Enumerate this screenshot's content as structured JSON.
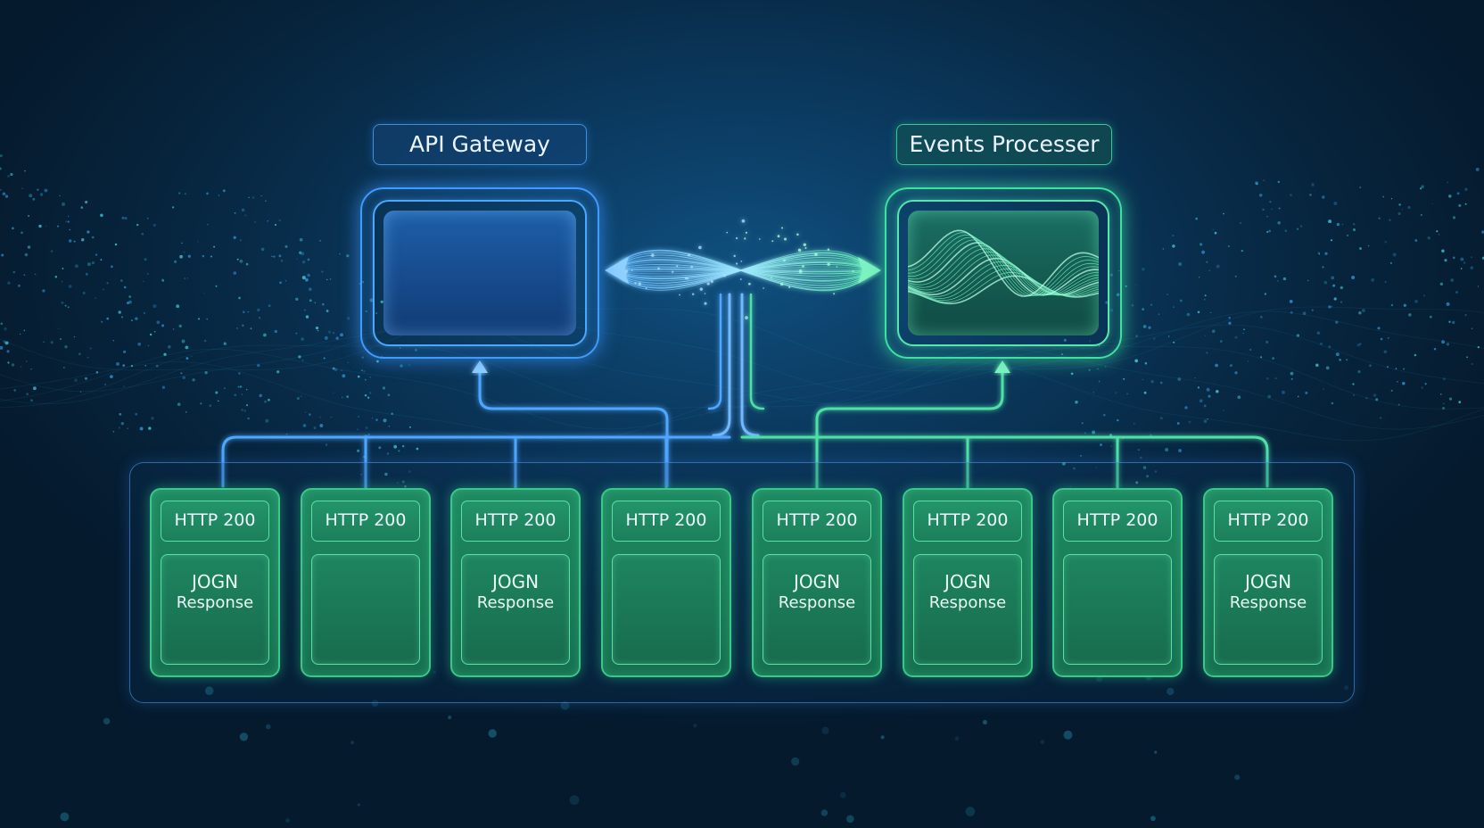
{
  "nodes": {
    "gateway": {
      "label": "API Gateway"
    },
    "processor": {
      "label": "Events Processer"
    }
  },
  "responses": [
    {
      "status": "HTTP 200",
      "line1": "JOGN",
      "line2": "Response"
    },
    {
      "status": "HTTP 200",
      "line1": "",
      "line2": ""
    },
    {
      "status": "HTTP 200",
      "line1": "JOGN",
      "line2": "Response"
    },
    {
      "status": "HTTP 200",
      "line1": "",
      "line2": ""
    },
    {
      "status": "HTTP 200",
      "line1": "JOGN",
      "line2": "Response"
    },
    {
      "status": "HTTP 200",
      "line1": "JOGN",
      "line2": "Response"
    },
    {
      "status": "HTTP 200",
      "line1": "",
      "line2": ""
    },
    {
      "status": "HTTP 200",
      "line1": "JOGN",
      "line2": "Response"
    }
  ],
  "colors": {
    "gateway_accent": "#3e9cff",
    "processor_accent": "#3fe0a0",
    "card_green": "#1f8a62",
    "background": "#061a2e"
  }
}
